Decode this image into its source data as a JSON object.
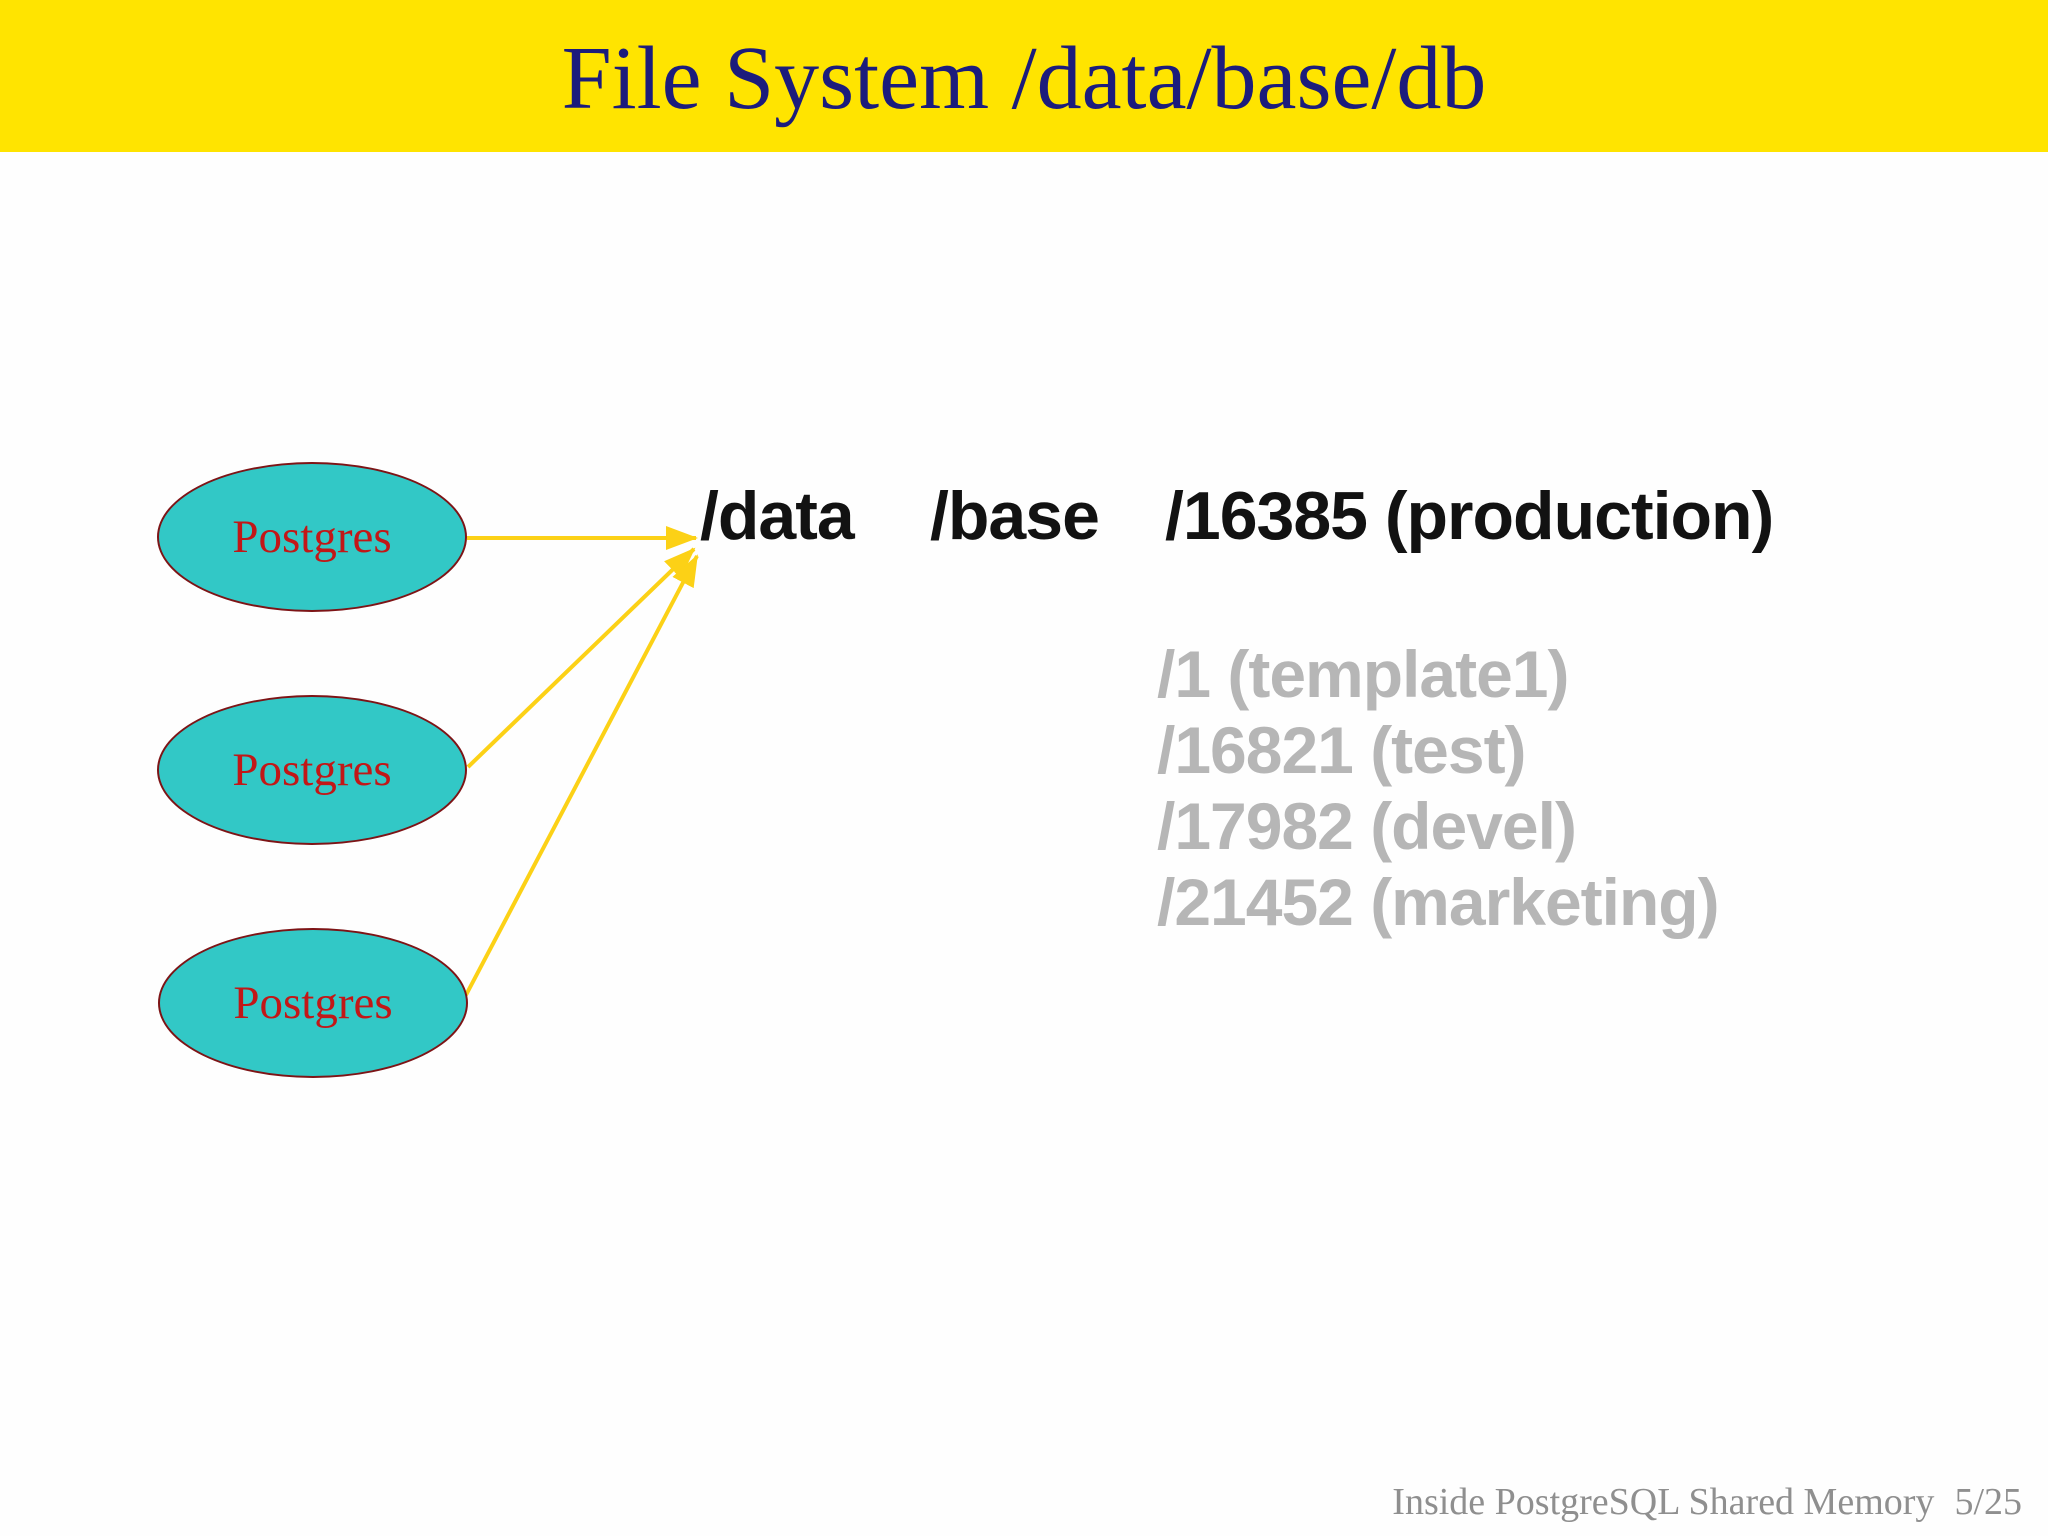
{
  "title": "File System /data/base/db",
  "nodes": [
    {
      "label": "Postgres"
    },
    {
      "label": "Postgres"
    },
    {
      "label": "Postgres"
    }
  ],
  "fs_row": {
    "data": "/data",
    "base": "/base",
    "production": "/16385 (production)"
  },
  "db_list": {
    "items": [
      "/1 (template1)",
      "/16821 (test)",
      "/17982 (devel)",
      "/21452 (marketing)"
    ]
  },
  "footer": {
    "text": "Inside PostgreSQL Shared Memory",
    "page": "5/25"
  },
  "colors": {
    "banner": "#ffe400",
    "title": "#1c1c7c",
    "node_fill": "#32c8c6",
    "node_border": "#7d1416",
    "node_label": "#c21717",
    "arrow": "#fcd116",
    "fs_text": "#121212",
    "db_muted": "#b6b6b6",
    "footer_text": "#8f8f8f"
  }
}
